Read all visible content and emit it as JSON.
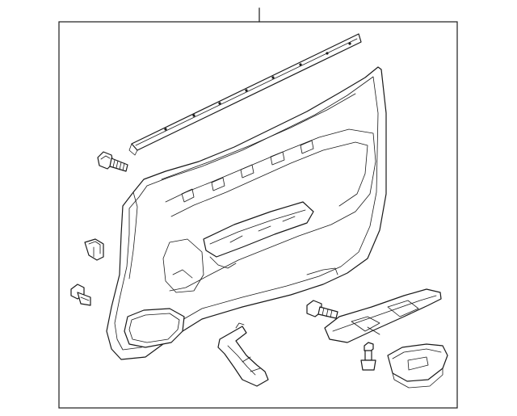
{
  "diagram": {
    "colors": {
      "line": "#1a1a1a",
      "background": "#ffffff"
    },
    "parts": [
      "callout-line-1",
      "door-trim-panel",
      "beltline-weatherstrip",
      "panel-bolt",
      "retainer-clip",
      "trim-screw",
      "mounting-bracket",
      "armrest-bolt",
      "switch-bezel",
      "switch-screw",
      "window-switch"
    ]
  }
}
